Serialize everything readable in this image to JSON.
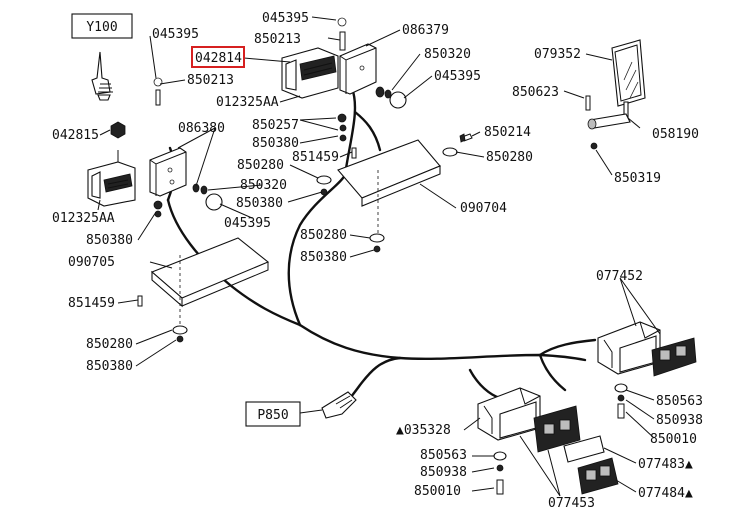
{
  "labels": {
    "l045395a": "045395",
    "l086379": "086379",
    "l850213a": "850213",
    "l850320a": "850320",
    "l045395b": "045395",
    "l045395c": "045395",
    "l042814": "042814",
    "l850213b": "850213",
    "l012325b": "012325AA",
    "l042815": "042815",
    "l086380": "086380",
    "l850257": "850257",
    "l850380a": "850380",
    "l851459a": "851459",
    "l850280a": "850280",
    "l850320b": "850320",
    "l850380b": "850380",
    "l045395d": "045395",
    "l012325a": "012325AA",
    "l850380c": "850380",
    "l090705": "090705",
    "l851459b": "851459",
    "l850280b": "850280",
    "l850380d": "850380",
    "l850214": "850214",
    "l850280c": "850280",
    "l090704": "090704",
    "l850280d": "850280",
    "l850380e": "850380",
    "l079352": "079352",
    "l850623": "850623",
    "l058190": "058190",
    "l850319": "850319",
    "l077452": "077452",
    "l850563a": "850563",
    "l850938a": "850938",
    "l850010a": "850010",
    "l035328": "▲035328",
    "l850563b": "850563",
    "l850938b": "850938",
    "l850010b": "850010",
    "l077483": "077483▲",
    "l077484": "077484▲",
    "l077453": "077453"
  },
  "callouts": {
    "y100": "Y100",
    "p850": "P850"
  },
  "highlight": {
    "part": "042814",
    "color": "#d62020"
  }
}
